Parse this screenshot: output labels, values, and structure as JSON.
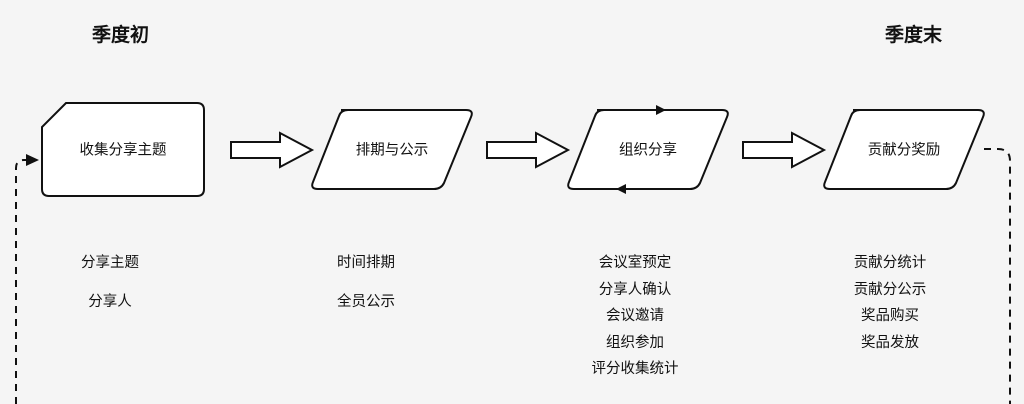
{
  "phases": {
    "start": "季度初",
    "end": "季度末"
  },
  "steps": [
    {
      "id": "collect",
      "label": "收集分享主题",
      "details": [
        "分享主题",
        "分享人"
      ]
    },
    {
      "id": "schedule",
      "label": "排期与公示",
      "details": [
        "时间排期",
        "全员公示"
      ]
    },
    {
      "id": "organize",
      "label": "组织分享",
      "details": [
        "会议室预定",
        "分享人确认",
        "会议邀请",
        "组织参加",
        "评分收集统计"
      ]
    },
    {
      "id": "reward",
      "label": "贡献分奖励",
      "details": [
        "贡献分统计",
        "贡献分公示",
        "奖品购买",
        "奖品发放"
      ]
    }
  ],
  "colors": {
    "background": "#f5f5f5",
    "stroke": "#111111",
    "fill": "#ffffff"
  },
  "connectors": {
    "loop": "dashed feedback from last step back to first step"
  }
}
